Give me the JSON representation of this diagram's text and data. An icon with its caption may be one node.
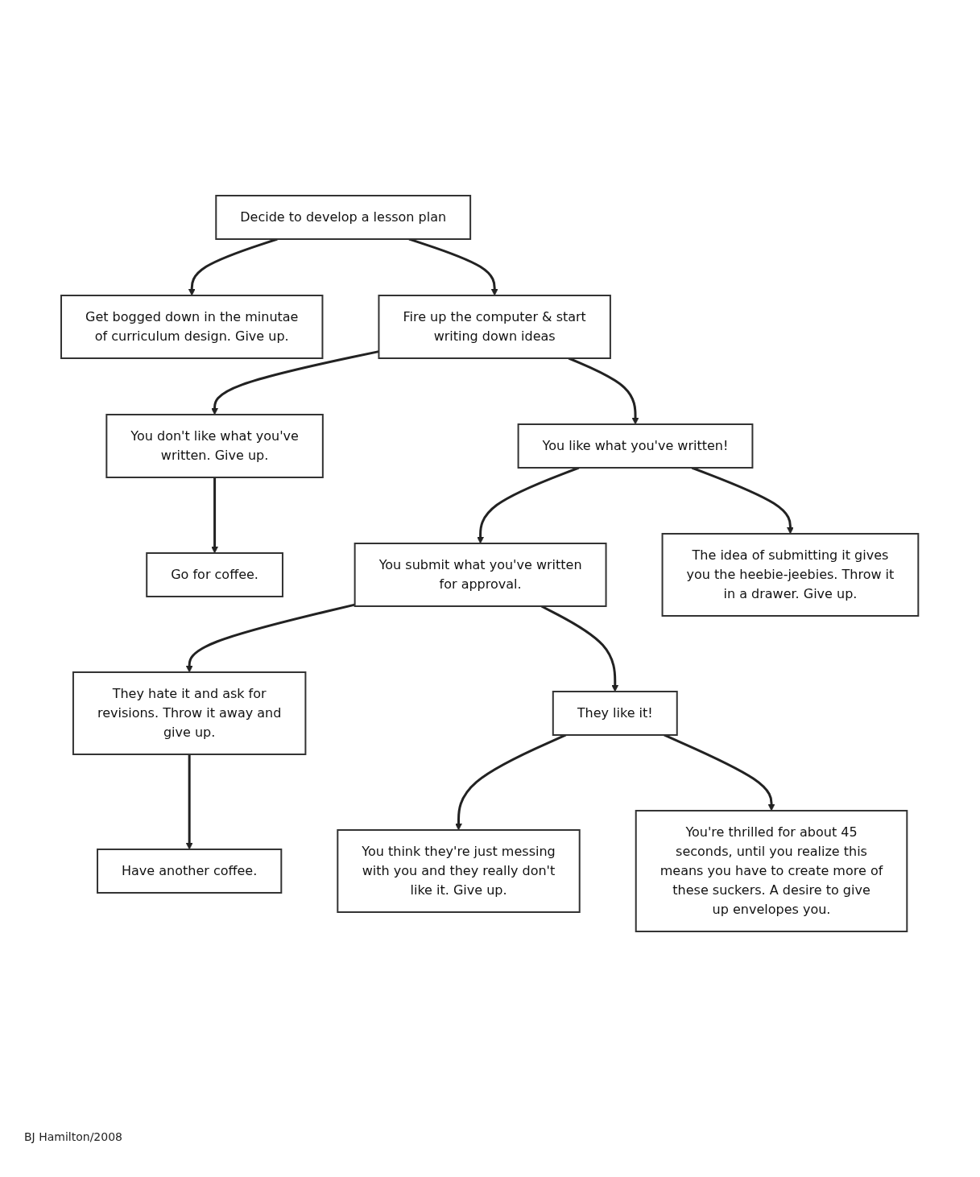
{
  "diagram": {
    "nodes": [
      {
        "text": [
          "Decide to develop a lesson plan"
        ]
      },
      {
        "text": [
          "Get bogged down in the minutae of curriculum design. Give up."
        ]
      },
      {
        "text": [
          "Fire up the computer & start writing down ideas"
        ]
      },
      {
        "text": [
          "You don't like what you've written. Give up."
        ]
      },
      {
        "text": [
          "You like what you've written!"
        ]
      },
      {
        "text": [
          "Go for coffee."
        ]
      },
      {
        "text": [
          "You submit what you've written for approval."
        ]
      },
      {
        "text": [
          "The idea of submitting it gives you the heebie-jeebies. Throw it in a drawer. Give up."
        ]
      },
      {
        "text": [
          "Have another coffee."
        ]
      },
      {
        "text": [
          "They hate it and ask for revisions. Throw it away and give up."
        ]
      },
      {
        "text": [
          "They like it!"
        ]
      },
      {
        "text": [
          "You think they're just messing with you and they really don't like it. Give up."
        ]
      },
      {
        "text": [
          "You're thrilled for about 45 seconds, until you realize this means you have to create more of these suckers. A desire to give up envelopes you."
        ]
      }
    ],
    "edges": [
      {
        "from": 0,
        "to": 1,
        "arrow": "to"
      },
      {
        "from": 0,
        "to": 2,
        "arrow": "to"
      },
      {
        "from": 2,
        "to": 3,
        "arrow": "to"
      },
      {
        "from": 2,
        "to": 4,
        "arrow": "to"
      },
      {
        "from": 3,
        "to": 5,
        "arrow": "to"
      },
      {
        "from": 4,
        "to": 6,
        "arrow": "to"
      },
      {
        "from": 4,
        "to": 7,
        "arrow": "to"
      },
      {
        "from": 6,
        "to": 9,
        "arrow": "to"
      },
      {
        "from": 6,
        "to": 10,
        "arrow": "to"
      },
      {
        "from": 9,
        "to": 8,
        "arrow": "to"
      },
      {
        "from": 10,
        "to": 11,
        "arrow": "to"
      },
      {
        "from": 10,
        "to": 12,
        "arrow": "to"
      }
    ],
    "labels": [
      "BJ Hamilton/2008"
    ]
  }
}
